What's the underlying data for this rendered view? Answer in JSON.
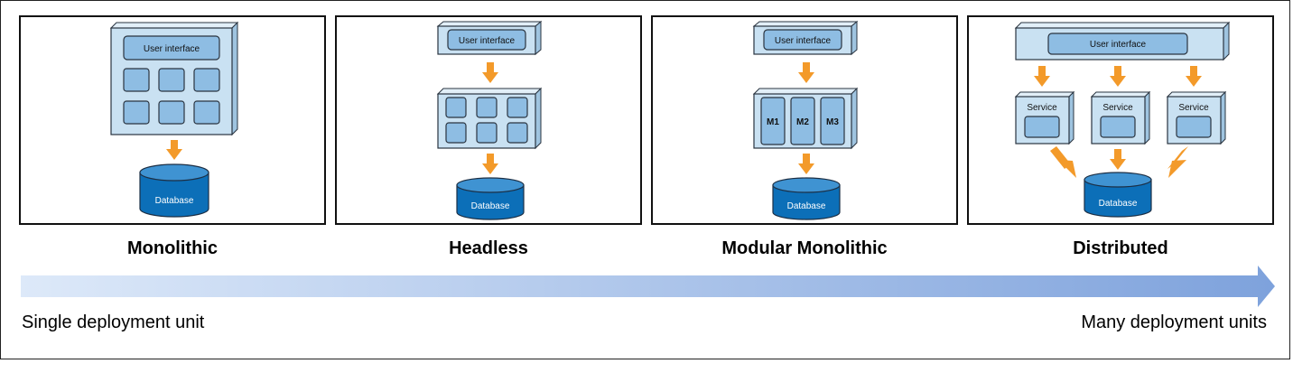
{
  "panels": [
    {
      "id": "monolithic",
      "caption": "Monolithic",
      "ui_label": "User interface",
      "db_label": "Database"
    },
    {
      "id": "headless",
      "caption": "Headless",
      "ui_label": "User interface",
      "db_label": "Database"
    },
    {
      "id": "modular",
      "caption": "Modular Monolithic",
      "ui_label": "User interface",
      "db_label": "Database",
      "modules": [
        "M1",
        "M2",
        "M3"
      ]
    },
    {
      "id": "distributed",
      "caption": "Distributed",
      "ui_label": "User interface",
      "db_label": "Database",
      "services": [
        "Service",
        "Service",
        "Service"
      ]
    }
  ],
  "scale": {
    "left_label": "Single deployment unit",
    "right_label": "Many deployment units"
  },
  "colors": {
    "box_fill": "#c9e1f2",
    "box_side": "#9fc4e0",
    "inner_fill": "#8ebde3",
    "outline": "#2a3440",
    "arrow": "#f39a2a",
    "db_fill": "#0c6fb8",
    "db_top": "#3f93d2",
    "gradient_start": "#dde9f9",
    "gradient_end": "#7ea2dc"
  }
}
